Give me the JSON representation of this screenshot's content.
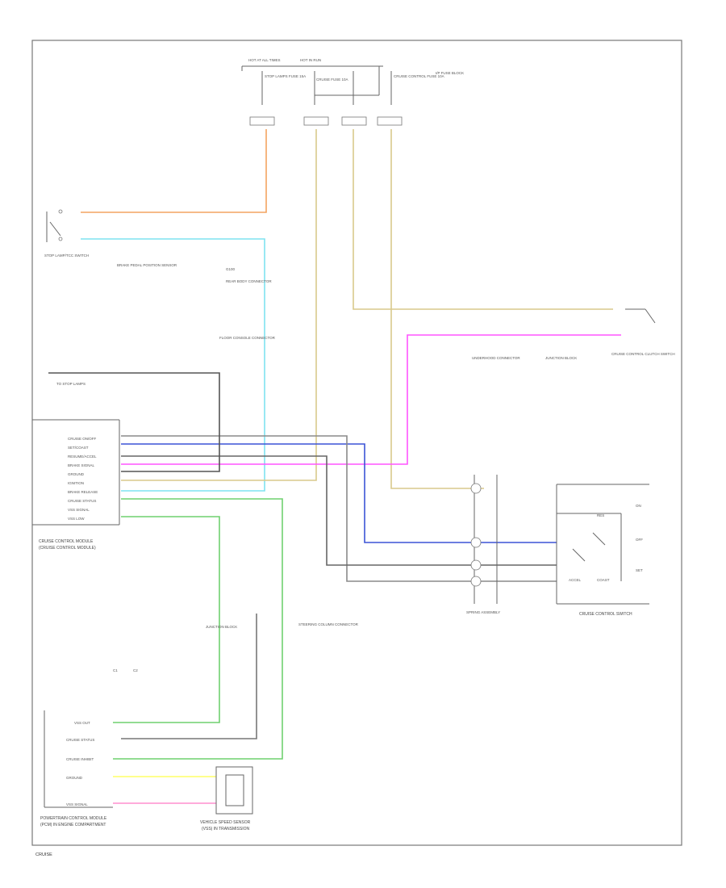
{
  "colors": {
    "orange": "#f4a460",
    "cyan": "#7fe3f0",
    "tan": "#d9c98c",
    "magenta": "#ff55ff",
    "blue": "#3b54d6",
    "grey": "#8a8a8a",
    "green": "#6fd06f",
    "yellow": "#ffff66",
    "pink": "#ff8fcf",
    "black": "#555555"
  },
  "fuse_block": {
    "left_label": "HOT AT ALL TIMES",
    "right_label": "HOT IN RUN",
    "fuses": [
      "STOP LAMPS FUSE 15A",
      "CRUISE FUSE 10A",
      "CRUISE CONTROL FUSE 10A"
    ],
    "panel_label": "I/P FUSE BLOCK"
  },
  "switches": {
    "stop_lamp": "STOP LAMP/TCC SWITCH",
    "clutch": "CRUISE CONTROL CLUTCH SWITCH",
    "brake_pedal": "BRAKE PEDAL POSITION SENSOR"
  },
  "connectors": {
    "rear_body": "REAR BODY CONNECTOR",
    "floor_console": "FLOOR CONSOLE CONNECTOR",
    "underhood": "UNDERHOOD CONNECTOR",
    "jct_block": "JUNCTION BLOCK",
    "steering_column": "STEERING COLUMN CONNECTOR"
  },
  "modules": {
    "cruise_module": "CRUISE CONTROL MODULE",
    "cruise_module_sub": "(CRUISE CONTROL MODULE)",
    "pcm": "POWERTRAIN CONTROL MODULE",
    "pcm_sub": "(PCM) IN ENGINE COMPARTMENT",
    "cruise_switch": "CRUISE CONTROL SWITCH",
    "vss": "VEHICLE SPEED SENSOR",
    "vss_sub": "(VSS) IN TRANSMISSION",
    "spring": "SPRING ASSEMBLY",
    "ground": "G100",
    "stop_lamps": "TO STOP LAMPS"
  },
  "pins_module": [
    "CRUISE ON/OFF",
    "SET/COAST",
    "RESUME/ACCEL",
    "BRAKE SIGNAL",
    "GROUND",
    "IGNITION",
    "BRAKE RELEASE",
    "CRUISE STATUS",
    "VSS SIGNAL",
    "VSS LOW"
  ],
  "pins_pcm": [
    "VSS OUT",
    "CRUISE STATUS",
    "CRUISE INHIBIT",
    "GROUND",
    "VSS SIGNAL"
  ],
  "switch_labels": [
    "ON",
    "OFF",
    "SET",
    "RES",
    "ACCEL",
    "COAST"
  ],
  "footer": "CRUISE"
}
